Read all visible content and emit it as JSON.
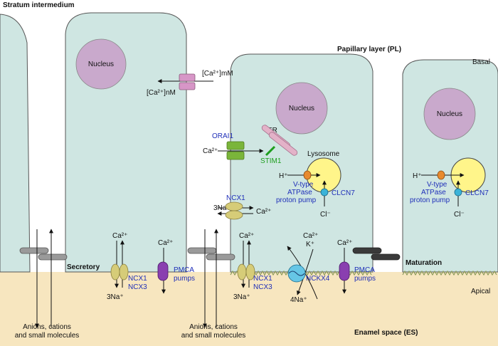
{
  "colors": {
    "cell": "#cfe6e2",
    "enamel_space": "#f7e6bf",
    "nucleus": "#c9a9cc",
    "lysosome": "#fff58a",
    "ncx": "#d6cc78",
    "pmca": "#8a3fb0",
    "orai": "#7ab53a",
    "nckx": "#66c6e6",
    "label_blue": "#1f2fb8",
    "label_green": "#1e9e1e"
  },
  "labels": {
    "stratum_intermedium": "Stratum intermedium",
    "papillary_layer": "Papillary layer (PL)",
    "basal": "Basal",
    "apical": "Apical",
    "secretory": "Secretory",
    "maturation": "Maturation",
    "enamel_space": "Enamel space (ES)",
    "nucleus": "Nucleus",
    "ca_mM": "[Ca²⁺]mM",
    "ca_nM": "[Ca²⁺]nM",
    "orai1": "ORAI1",
    "er": "ER",
    "ca2": "Ca²⁺",
    "stim1": "STIM1",
    "lysosome": "Lysosome",
    "h_plus": "H⁺",
    "vtype_line1": "V-type",
    "vtype_line2": "ATPase",
    "vtype_line3": "proton pump",
    "clcn7": "CLCN7",
    "cl_minus": "Cl⁻",
    "ncx1": "NCX1",
    "three_na": "3Na⁺",
    "ncx3": "NCX3",
    "pmca_line1": "PMCA",
    "pmca_line2": "pumps",
    "nckx4": "NCKX4",
    "k_plus": "K⁺",
    "four_na": "4Na⁺",
    "anions_line1": "Anions, cations",
    "anions_line2": "and small molecules"
  }
}
